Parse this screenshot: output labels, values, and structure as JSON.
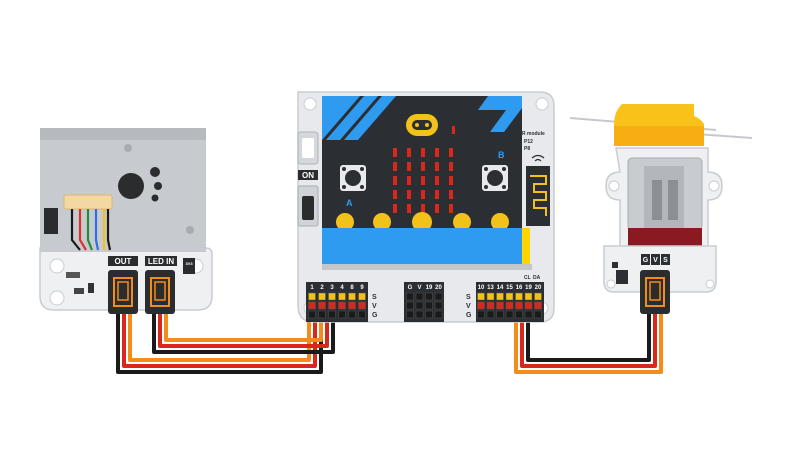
{
  "sensor": {
    "connector_out_label": "OUT",
    "connector_led_label": "LED IN",
    "side_label": "3V3\n5V"
  },
  "controller": {
    "on_label": "ON",
    "button_a_label": "A",
    "button_b_label": "B",
    "rf_label_1": "R module",
    "rf_label_2": "P12",
    "rf_label_3": "P8",
    "pin_header_left": [
      "1",
      "2",
      "3",
      "4",
      "8",
      "9"
    ],
    "pin_header_mid": [
      "G",
      "V",
      "19",
      "20"
    ],
    "pin_header_right": [
      "10",
      "13",
      "14",
      "15",
      "16",
      "19",
      "20"
    ],
    "pin_header_right_top": [
      "CL",
      "DA"
    ],
    "row_labels": [
      "S",
      "V",
      "G"
    ]
  },
  "motor": {
    "pin_labels": [
      "G",
      "V",
      "S"
    ]
  },
  "colors": {
    "wire_black": "#1a1a1a",
    "wire_red": "#d8281e",
    "wire_orange": "#f28c1c",
    "board_gray": "#e7e9ec",
    "microbit_black": "#2b2f33",
    "edge_blue": "#2f9bf0",
    "fan_yellow": "#f9c21b",
    "motor_red": "#8a1a22"
  }
}
